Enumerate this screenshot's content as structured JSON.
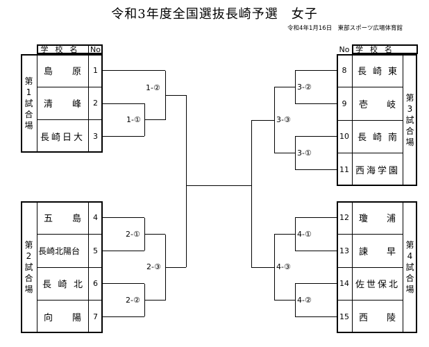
{
  "title": "令和3年度全国選抜長崎予選　女子",
  "subtitle": "令和4年1月16日　東部スポーツ広場体育館",
  "headers": {
    "school": "学校名",
    "no": "No"
  },
  "blocks": [
    {
      "venue": "第1試合場",
      "teams": [
        {
          "name": "島原",
          "no": "1"
        },
        {
          "name": "清峰",
          "no": "2"
        },
        {
          "name": "長崎日大",
          "no": "3"
        }
      ]
    },
    {
      "venue": "第2試合場",
      "teams": [
        {
          "name": "五島",
          "no": "4"
        },
        {
          "name": "長崎北陽台",
          "no": "5"
        },
        {
          "name": "長崎北",
          "no": "6"
        },
        {
          "name": "向陽",
          "no": "7"
        }
      ]
    },
    {
      "venue": "第3試合場",
      "teams": [
        {
          "name": "長崎東",
          "no": "8"
        },
        {
          "name": "壱岐",
          "no": "9"
        },
        {
          "name": "長崎南",
          "no": "10"
        },
        {
          "name": "西海学園",
          "no": "11"
        }
      ]
    },
    {
      "venue": "第4試合場",
      "teams": [
        {
          "name": "瓊浦",
          "no": "12"
        },
        {
          "name": "諫早",
          "no": "13"
        },
        {
          "name": "佐世保北",
          "no": "14"
        },
        {
          "name": "西陵",
          "no": "15"
        }
      ]
    }
  ],
  "matches": {
    "m1_1": "1-①",
    "m1_2": "1-②",
    "m2_1": "2-①",
    "m2_2": "2-②",
    "m2_3": "2-③",
    "m3_1": "3-①",
    "m3_2": "3-②",
    "m3_3": "3-③",
    "m4_1": "4-①",
    "m4_2": "4-②",
    "m4_3": "4-③"
  }
}
